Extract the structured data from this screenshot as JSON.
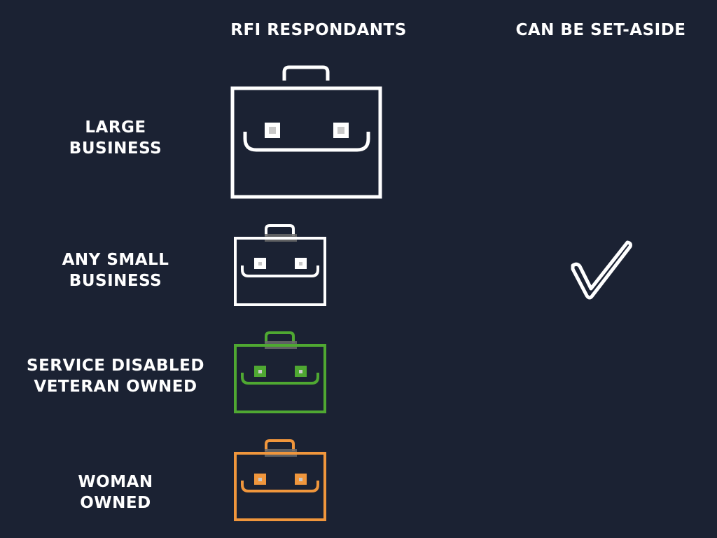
{
  "headers": {
    "respondants": "RFI RESPONDANTS",
    "set_aside": "CAN BE SET-ASIDE"
  },
  "rows": [
    {
      "label_line1": "LARGE",
      "label_line2": "BUSINESS",
      "icon": "briefcase-icon",
      "color": "#ffffff",
      "set_aside": false
    },
    {
      "label_line1": "ANY SMALL",
      "label_line2": "BUSINESS",
      "icon": "briefcase-icon",
      "color": "#ffffff",
      "set_aside": true
    },
    {
      "label_line1": "SERVICE DISABLED",
      "label_line2": "VETERAN OWNED",
      "icon": "briefcase-icon",
      "color": "#4fa832",
      "set_aside": false
    },
    {
      "label_line1": "WOMAN",
      "label_line2": "OWNED",
      "icon": "briefcase-icon",
      "color": "#f0963c",
      "set_aside": false
    }
  ],
  "colors": {
    "background": "#1b2233",
    "text": "#ffffff",
    "square_fill": "#c8c8c8",
    "handle_shadow": "#6b6b6b"
  },
  "check_icon": "check-icon"
}
